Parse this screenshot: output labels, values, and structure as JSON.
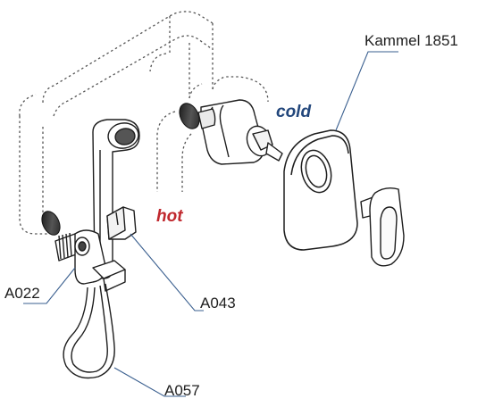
{
  "labels": {
    "product": "Kammel 1851",
    "hot": "hot",
    "cold": "cold",
    "part_a022": "A022",
    "part_a043": "A043",
    "part_a057": "A057"
  },
  "colors": {
    "hot": "#c0282e",
    "cold": "#23477c",
    "line": "#1e1e1e",
    "leader": "#3a5f8f"
  }
}
